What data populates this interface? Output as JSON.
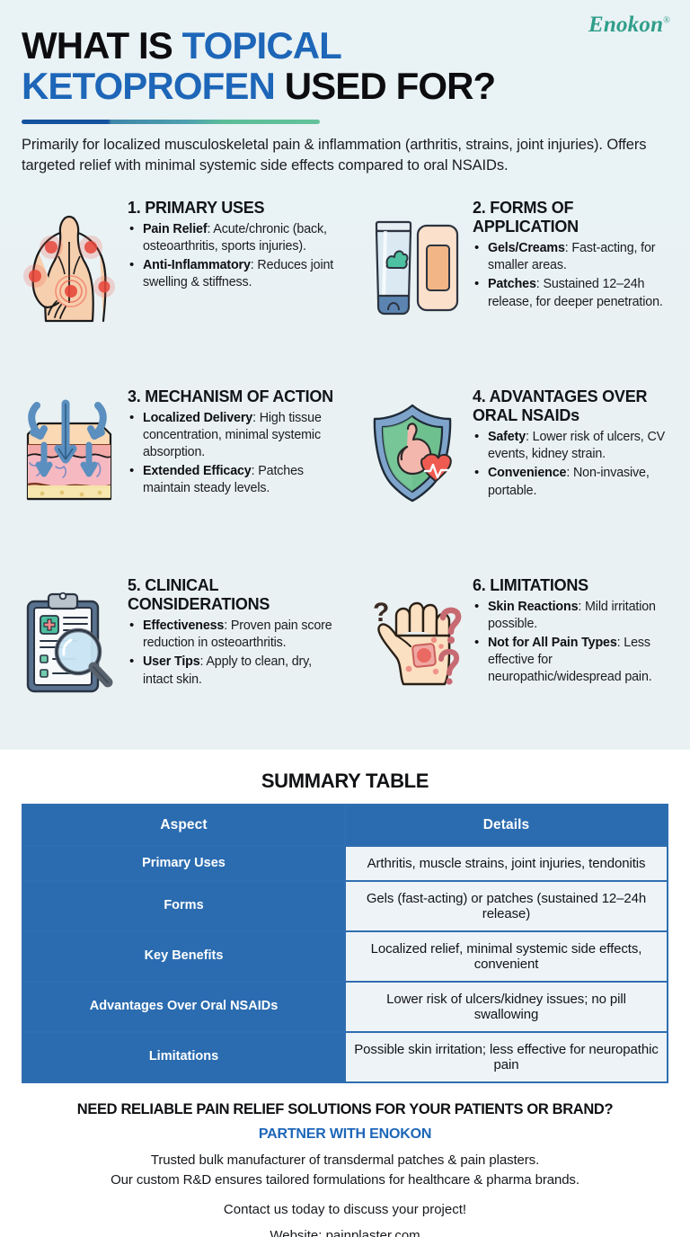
{
  "brand": {
    "name": "Enokon",
    "registered": "®"
  },
  "header": {
    "title_line1_plain": "WHAT IS ",
    "title_line1_accent": "TOPICAL",
    "title_line2_accent": "KETOPROFEN",
    "title_line2_plain": " USED FOR?",
    "intro": "Primarily for localized musculoskeletal pain & inflammation (arthritis, strains, joint injuries). Offers targeted relief with minimal systemic side effects compared to oral NSAIDs.",
    "accent_colors": [
      "#1652a0",
      "#4d9fb0",
      "#62c29b"
    ]
  },
  "cards": [
    {
      "icon": "back-pain-body-icon",
      "heading": "1. PRIMARY USES",
      "bullets": [
        {
          "term": "Pain Relief",
          "text": ": Acute/chronic (back, osteoarthritis, sports injuries)."
        },
        {
          "term": "Anti-Inflammatory",
          "text": ": Reduces joint swelling & stiffness."
        }
      ]
    },
    {
      "icon": "gel-tube-and-patch-icon",
      "heading": "2. FORMS OF APPLICATION",
      "bullets": [
        {
          "term": "Gels/Creams",
          "text": ": Fast-acting, for smaller areas."
        },
        {
          "term": "Patches",
          "text": ": Sustained 12–24h release, for deeper penetration."
        }
      ]
    },
    {
      "icon": "skin-layers-absorption-icon",
      "heading": "3. MECHANISM OF ACTION",
      "bullets": [
        {
          "term": "Localized Delivery",
          "text": ": High tissue concentration, minimal systemic absorption."
        },
        {
          "term": "Extended Efficacy",
          "text": ": Patches maintain steady levels."
        }
      ]
    },
    {
      "icon": "shield-stomach-heart-icon",
      "heading": "4. ADVANTAGES OVER ORAL NSAIDs",
      "bullets": [
        {
          "term": "Safety",
          "text": ": Lower risk of ulcers, CV events, kidney strain."
        },
        {
          "term": "Convenience",
          "text": ": Non-invasive, portable."
        }
      ]
    },
    {
      "icon": "clipboard-magnifier-icon",
      "heading": "5. CLINICAL CONSIDERATIONS",
      "bullets": [
        {
          "term": "Effectiveness",
          "text": ": Proven pain score reduction in osteoarthritis."
        },
        {
          "term": "User Tips",
          "text": ": Apply to clean, dry, intact skin."
        }
      ]
    },
    {
      "icon": "hand-rash-question-icon",
      "heading": "6. LIMITATIONS",
      "bullets": [
        {
          "term": "Skin Reactions",
          "text": ": Mild irritation possible."
        },
        {
          "term": "Not for All Pain Types",
          "text": ": Less effective for neuropathic/widespread pain."
        }
      ]
    }
  ],
  "summary": {
    "title": "SUMMARY TABLE",
    "columns": [
      "Aspect",
      "Details"
    ],
    "rows": [
      {
        "aspect": "Primary Uses",
        "details": "Arthritis, muscle strains, joint injuries, tendonitis"
      },
      {
        "aspect": "Forms",
        "details": "Gels (fast-acting) or patches (sustained 12–24h release)"
      },
      {
        "aspect": "Key Benefits",
        "details": "Localized relief, minimal systemic side effects, convenient"
      },
      {
        "aspect": "Advantages Over Oral NSAIDs",
        "details": "Lower risk of ulcers/kidney issues; no pill swallowing"
      },
      {
        "aspect": "Limitations",
        "details": "Possible skin irritation; less effective for neuropathic pain"
      }
    ],
    "header_color": "#2b6cb0",
    "cell_color": "#eef3f7"
  },
  "cta": {
    "headline": "NEED RELIABLE PAIN RELIEF SOLUTIONS FOR YOUR PATIENTS OR BRAND?",
    "subhead": "PARTNER WITH ENOKON",
    "line1": "Trusted bulk manufacturer of transdermal patches & pain plasters.",
    "line2": "Our custom R&D ensures tailored formulations for healthcare & pharma brands.",
    "contact": "Contact us today to discuss your project!",
    "website": "Website: painplaster.com",
    "accent_color": "#1d66b8"
  }
}
